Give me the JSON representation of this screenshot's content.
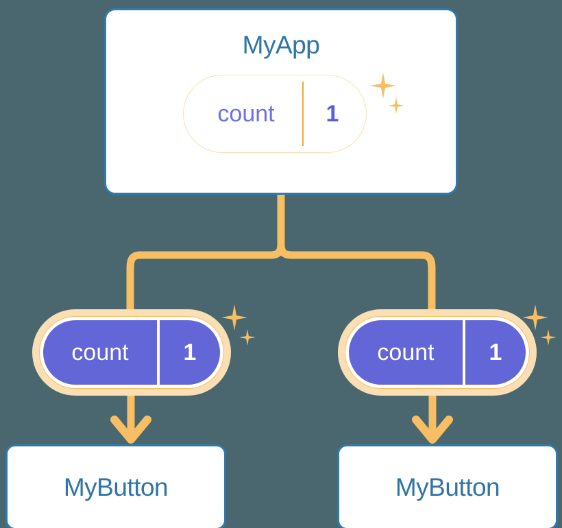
{
  "background_color": "#4a666e",
  "palette": {
    "card_border": "#2e7ab0",
    "card_fill": "#ffffff",
    "card_title_text": "#2e74a8",
    "orange_line": "#f7be63",
    "orange_halo": "#fbdfb4",
    "pill_purple_fill": "#6266d6",
    "pill_purple_text": "#6b72e8",
    "pill_white_text": "#ffffff"
  },
  "diagram": {
    "type": "component-state-propagation-tree",
    "root": {
      "id": "myapp",
      "title": "MyApp",
      "state_pill": {
        "name": "count",
        "value": "1",
        "style": "white-fill-purple-text",
        "sparkle_icons": [
          "sparkle-large-icon",
          "sparkle-small-icon"
        ]
      }
    },
    "branches": [
      {
        "id": "branch-left",
        "state_pill": {
          "name": "count",
          "value": "1",
          "style": "purple-fill-white-text",
          "sparkle_icons": [
            "sparkle-large-icon",
            "sparkle-small-icon"
          ]
        },
        "arrow_icon": "arrow-down-icon",
        "leaf": {
          "id": "mybutton-left",
          "title": "MyButton"
        }
      },
      {
        "id": "branch-right",
        "state_pill": {
          "name": "count",
          "value": "1",
          "style": "purple-fill-white-text",
          "sparkle_icons": [
            "sparkle-large-icon",
            "sparkle-small-icon"
          ]
        },
        "arrow_icon": "arrow-down-icon",
        "leaf": {
          "id": "mybutton-right",
          "title": "MyButton"
        }
      }
    ]
  }
}
